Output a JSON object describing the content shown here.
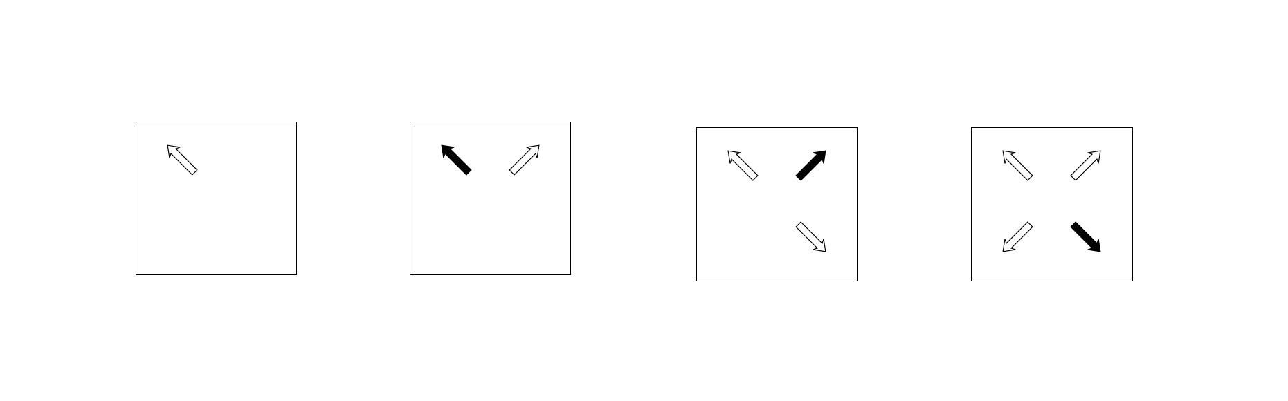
{
  "colors": {
    "stroke": "#000000",
    "filled": "#000000",
    "hollow": "#ffffff",
    "background": "#ffffff"
  },
  "panels": [
    {
      "arrows": [
        {
          "direction": "up-left",
          "style": "hollow"
        }
      ]
    },
    {
      "arrows": [
        {
          "direction": "up-left",
          "style": "filled"
        },
        {
          "direction": "up-right",
          "style": "hollow"
        }
      ]
    },
    {
      "arrows": [
        {
          "direction": "up-left",
          "style": "hollow"
        },
        {
          "direction": "up-right",
          "style": "filled"
        },
        {
          "direction": "down-right",
          "style": "hollow"
        }
      ]
    },
    {
      "arrows": [
        {
          "direction": "up-left",
          "style": "hollow"
        },
        {
          "direction": "up-right",
          "style": "hollow"
        },
        {
          "direction": "down-left",
          "style": "hollow"
        },
        {
          "direction": "down-right",
          "style": "filled"
        }
      ]
    }
  ]
}
